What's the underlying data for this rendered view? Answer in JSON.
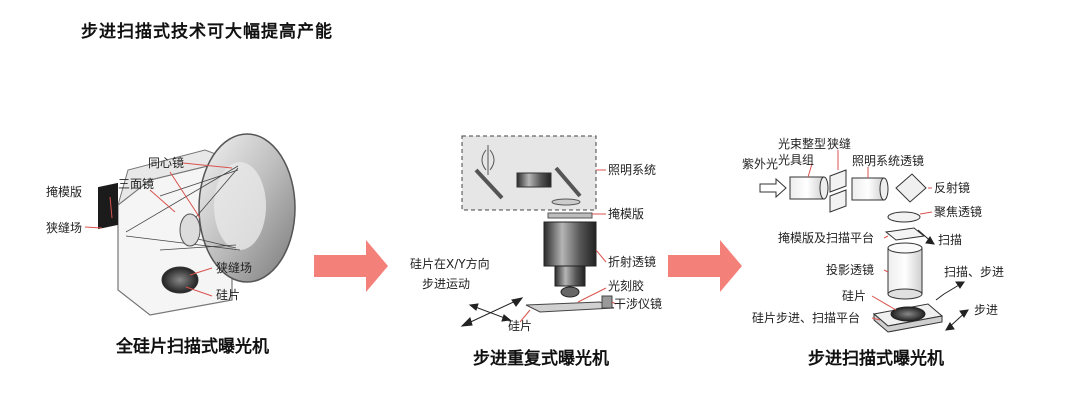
{
  "title": "步进扫描式技术可大幅提高产能",
  "panels": {
    "full_wafer": {
      "caption": "全硅片扫描式曝光机",
      "labels": {
        "concentric_mirror": "同心镜",
        "mask": "掩模版",
        "three_mirror": "三面镜",
        "slit_field_left": "狭缝场",
        "slit_field_right": "狭缝场",
        "wafer": "硅片"
      }
    },
    "stepper": {
      "caption": "步进重复式曝光机",
      "labels": {
        "illumination": "照明系统",
        "mask": "掩模版",
        "refractive_lens": "折射透镜",
        "photoresist": "光刻胶",
        "interferometer": "干涉仪镜",
        "wafer": "硅片",
        "xy_move_line1": "硅片在X/Y方向",
        "xy_move_line2": "步进运动"
      }
    },
    "scanner": {
      "caption": "步进扫描式曝光机",
      "labels": {
        "beam_shaping_line1": "光束整型",
        "beam_shaping_line2": "光具组",
        "slit": "狭缝",
        "uv_light": "紫外光",
        "illum_lens": "照明系统透镜",
        "reflector": "反射镜",
        "focus_lens": "聚焦透镜",
        "mask_stage": "掩模版及扫描平台",
        "scan": "扫描",
        "projection_lens": "投影透镜",
        "scan_step": "扫描、步进",
        "wafer": "硅片",
        "wafer_stage": "硅片步进、扫描平台",
        "step": "步进"
      }
    }
  },
  "colors": {
    "arrow": "#f4807a",
    "label_line": "#d9534f",
    "gray_box": "#e6e6e6"
  }
}
